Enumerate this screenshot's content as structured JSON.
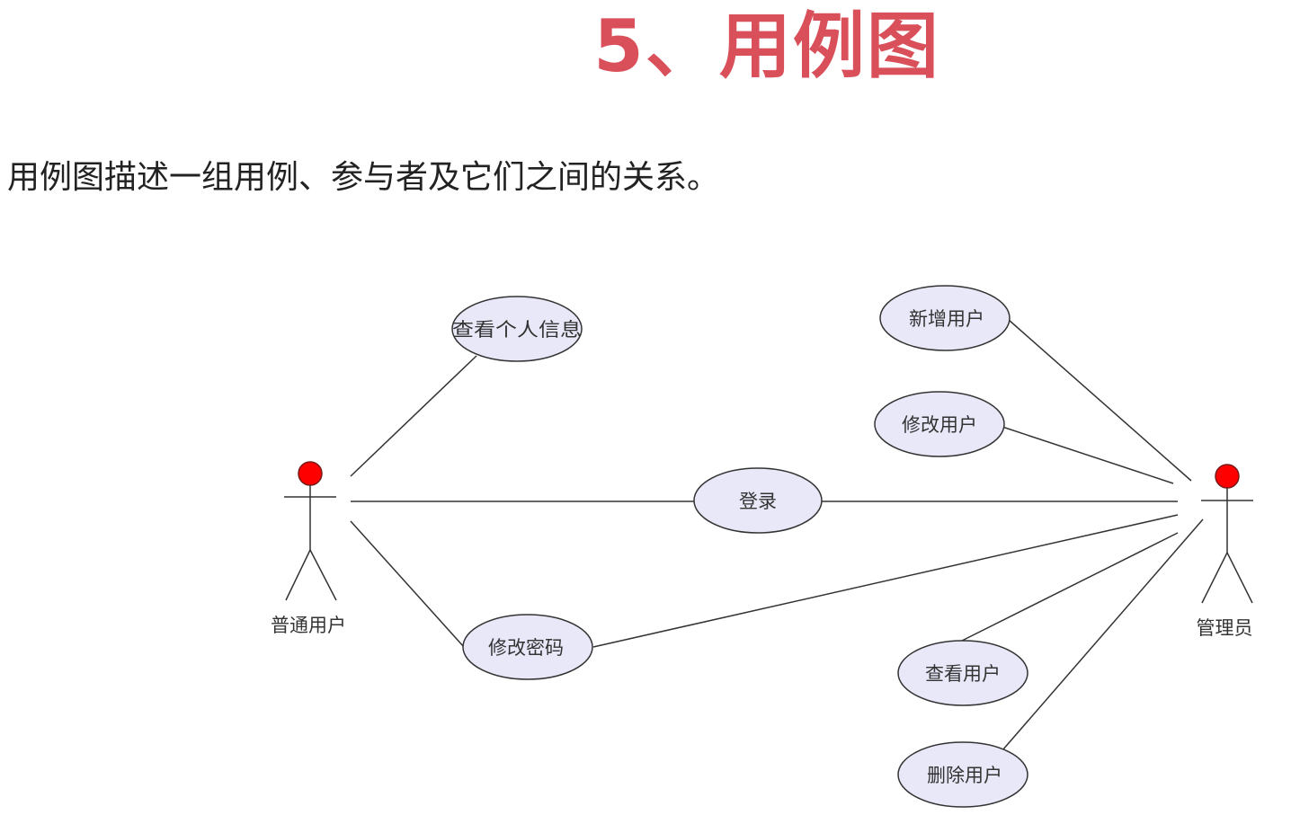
{
  "title": "5、用例图",
  "description": "用例图描述一组用例、参与者及它们之间的关系。",
  "diagram": {
    "actors": {
      "user": {
        "label": "普通用户",
        "head_color": "#ff0000"
      },
      "admin": {
        "label": "管理员",
        "head_color": "#ff0000"
      }
    },
    "use_cases": {
      "view_profile": "查看个人信息",
      "login": "登录",
      "change_password": "修改密码",
      "add_user": "新增用户",
      "edit_user": "修改用户",
      "view_user": "查看用户",
      "delete_user": "删除用户"
    },
    "associations": [
      [
        "user",
        "view_profile"
      ],
      [
        "user",
        "login"
      ],
      [
        "user",
        "change_password"
      ],
      [
        "admin",
        "login"
      ],
      [
        "admin",
        "change_password"
      ],
      [
        "admin",
        "add_user"
      ],
      [
        "admin",
        "edit_user"
      ],
      [
        "admin",
        "view_user"
      ],
      [
        "admin",
        "delete_user"
      ]
    ],
    "use_case_fill": "#e8e8f8"
  }
}
